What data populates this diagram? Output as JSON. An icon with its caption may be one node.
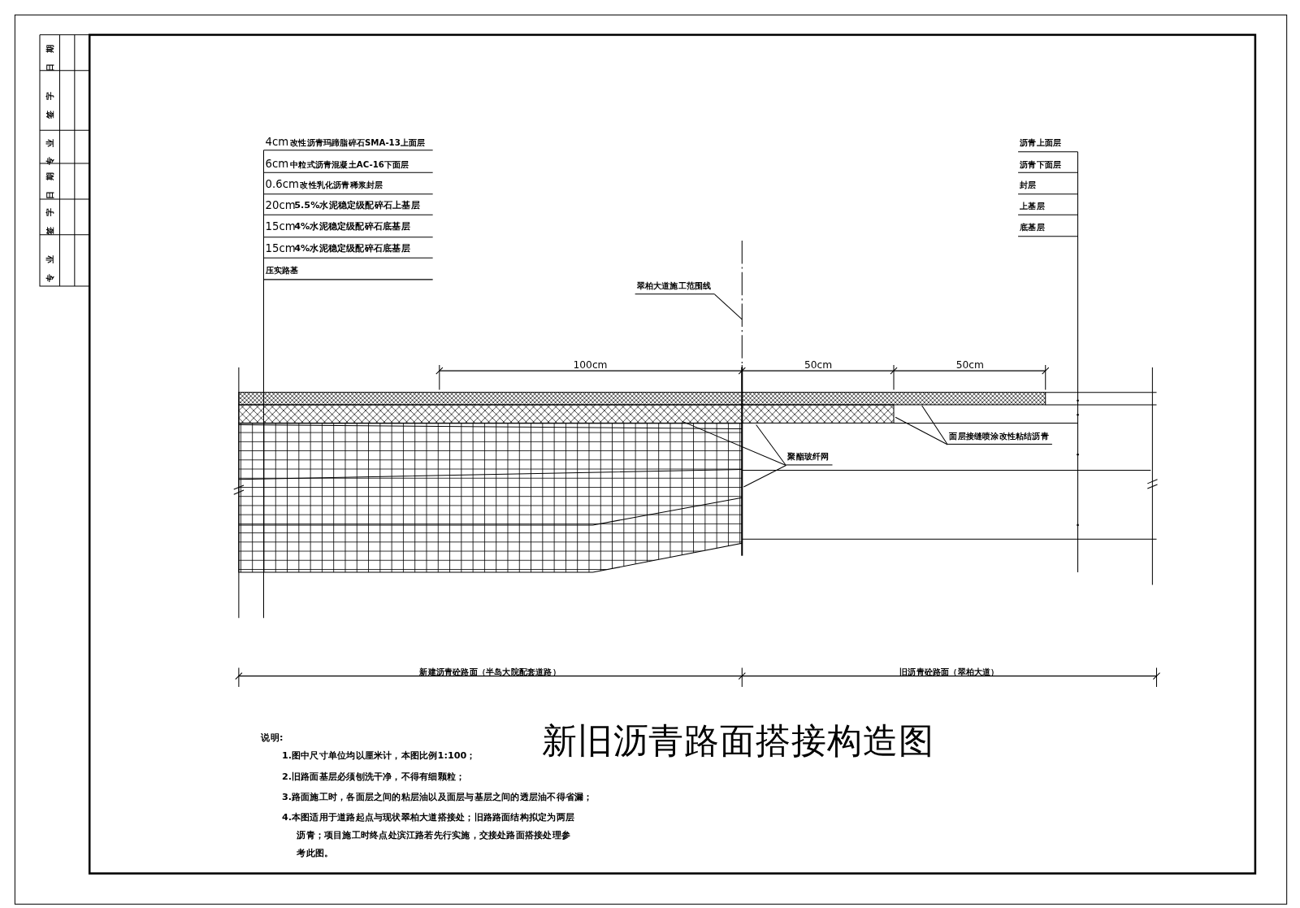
{
  "diagram": {
    "title": "新旧沥青路面搭接构造图",
    "nodes": [
      {
        "text": [
          "翠柏大道施工范围线"
        ]
      },
      {
        "text": [
          "聚酯玻纤网"
        ]
      },
      {
        "text": [
          "面层接缝喷涂改性粘结沥青"
        ]
      }
    ],
    "edges": [
      {
        "from": 0,
        "to": null,
        "arrow": "none"
      },
      {
        "from": 1,
        "to": null,
        "arrow": "none"
      },
      {
        "from": 1,
        "to": null,
        "arrow": "none"
      },
      {
        "from": 1,
        "to": null,
        "arrow": "none"
      },
      {
        "from": 2,
        "to": null,
        "arrow": "none"
      },
      {
        "from": 2,
        "to": null,
        "arrow": "none"
      }
    ],
    "labels": [
      "日期",
      "签字",
      "专业",
      "日期",
      "签字",
      "专业",
      "4cm",
      "改性沥青玛蹄脂碎石SMA-13上面层",
      "6cm",
      "中粒式沥青混凝土AC-16下面层",
      "0.6cm",
      "改性乳化沥青稀浆封层",
      "20cm",
      "5.5%水泥稳定级配碎石上基层",
      "15cm",
      "4%水泥稳定级配碎石底基层",
      "15cm",
      "4%水泥稳定级配碎石底基层",
      "压实路基",
      "沥青上面层",
      "沥青下面层",
      "封层",
      "上基层",
      "底基层",
      "100cm",
      "50cm",
      "50cm",
      "新建沥青砼路面（半岛大院配套道路）",
      "旧沥青砼路面（翠柏大道）",
      "说明:",
      "1.图中尺寸单位均以厘米计，本图比例1:100；",
      "2.旧路面基层必须刨洗干净，不得有细颗粒；",
      "3.路面施工时，各面层之间的粘层油以及面层与基层之间的透层油不得省漏；",
      "4.本图适用于道路起点与现状翠柏大道搭接处；旧路路面结构拟定为两层沥青；项目施工时终点处滨江路若先行实施，交接处路面搭接处理参考此图。"
    ]
  }
}
